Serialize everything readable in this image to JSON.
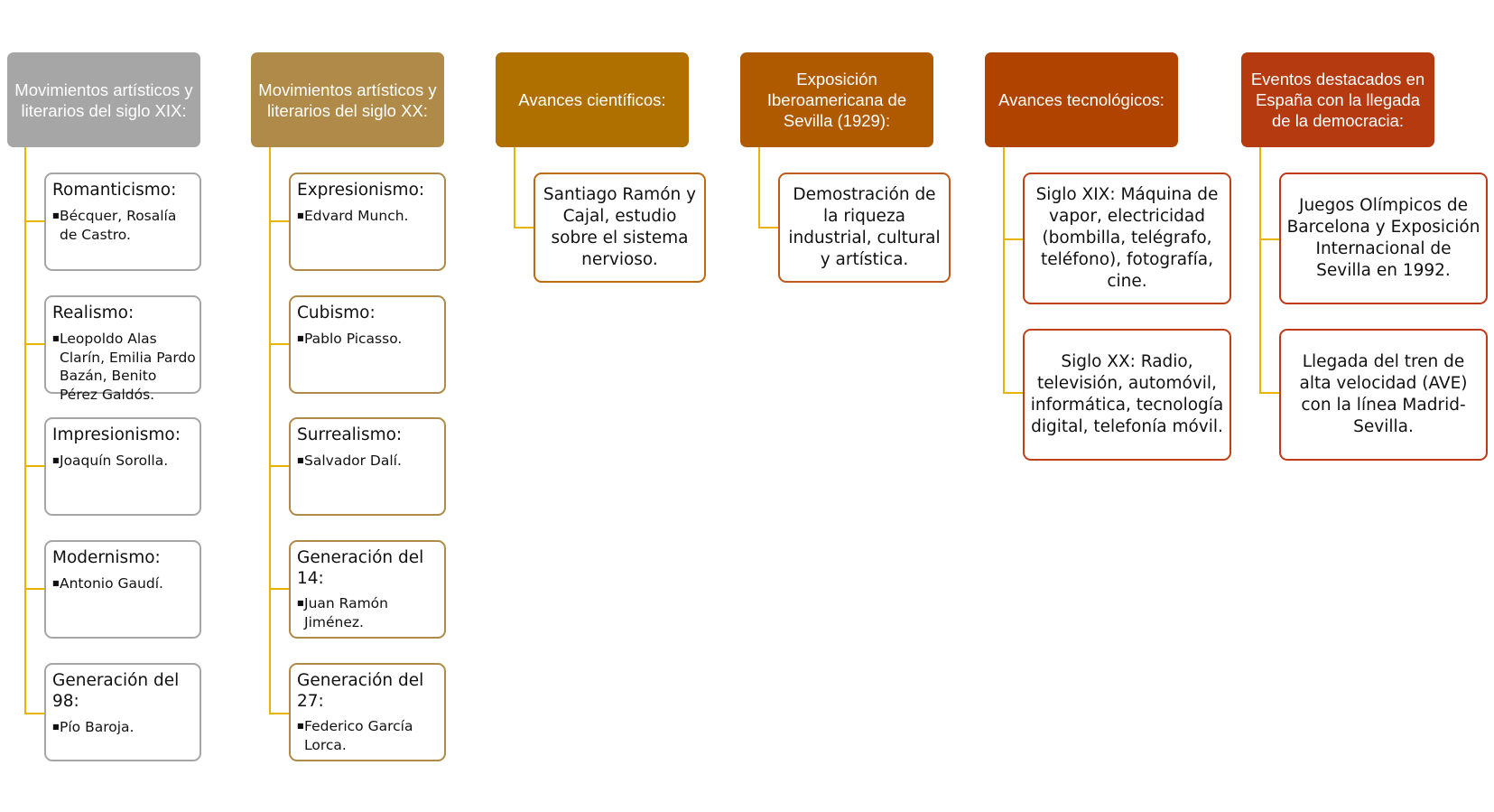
{
  "colors": {
    "col1_header": "#a6a6a6",
    "col2_header": "#b08a48",
    "col3_header": "#b07000",
    "col4_header": "#b05a00",
    "col5_header": "#b04300",
    "col6_header": "#b53a10",
    "connector": "#e8b400",
    "card_border_col1": "#a6a6a6",
    "card_border_col2": "#b08a48",
    "card_border_col3": "#c06a10",
    "card_border_col4": "#c05a1a",
    "card_border_col5": "#c0401a",
    "card_border_col6": "#c03a1a"
  },
  "columns": [
    {
      "header": "Movimientos artísticos y literarios del siglo XIX:",
      "items": [
        {
          "title": "Romanticismo:",
          "bullet": "Bécquer, Rosalía de Castro."
        },
        {
          "title": "Realismo:",
          "bullet": "Leopoldo Alas Clarín, Emilia Pardo Bazán, Benito Pérez Galdós."
        },
        {
          "title": "Impresionismo:",
          "bullet": "Joaquín Sorolla."
        },
        {
          "title": "Modernismo:",
          "bullet": "Antonio Gaudí."
        },
        {
          "title": "Generación del 98:",
          "bullet": "Pío Baroja."
        }
      ]
    },
    {
      "header": "Movimientos artísticos y literarios del siglo XX:",
      "items": [
        {
          "title": "Expresionismo:",
          "bullet": "Edvard Munch."
        },
        {
          "title": "Cubismo:",
          "bullet": "Pablo Picasso."
        },
        {
          "title": "Surrealismo:",
          "bullet": "Salvador Dalí."
        },
        {
          "title": "Generación del 14:",
          "bullet": "Juan Ramón Jiménez."
        },
        {
          "title": "Generación del 27:",
          "bullet": "Federico García Lorca."
        }
      ]
    },
    {
      "header": "Avances científicos:",
      "items": [
        {
          "text": "Santiago Ramón y Cajal, estudio sobre el sistema nervioso."
        }
      ]
    },
    {
      "header": "Exposición Iberoamericana de Sevilla (1929):",
      "items": [
        {
          "text": "Demostración de la riqueza industrial, cultural y artística."
        }
      ]
    },
    {
      "header": "Avances tecnológicos:",
      "items": [
        {
          "text": "Siglo XIX: Máquina de vapor, electricidad (bombilla, telégrafo, teléfono), fotografía, cine."
        },
        {
          "text": "Siglo XX: Radio, televisión, automóvil, informática, tecnología digital, telefonía móvil."
        }
      ]
    },
    {
      "header": "Eventos destacados en España con la llegada de la democracia:",
      "items": [
        {
          "text": "Juegos Olímpicos de Barcelona y Exposición Internacional de Sevilla en 1992."
        },
        {
          "text": "Llegada del tren de alta velocidad (AVE) con la línea Madrid-Sevilla."
        }
      ]
    }
  ]
}
